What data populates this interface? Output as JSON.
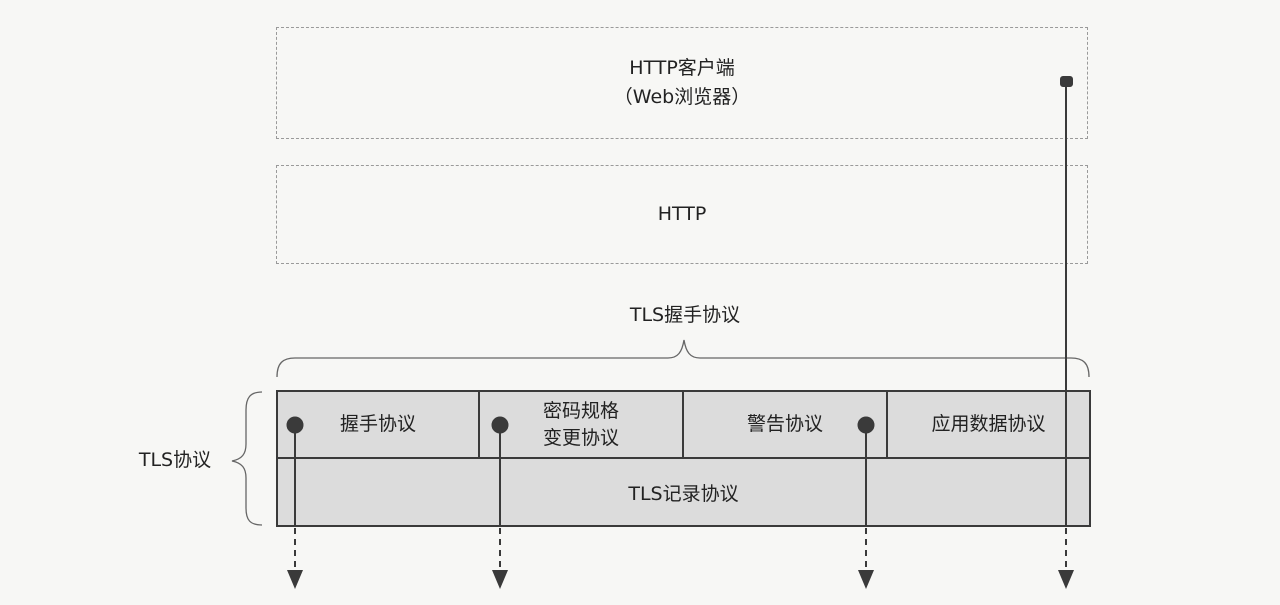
{
  "client": {
    "line1": "HTTP客户端",
    "line2": "（Web浏览器）"
  },
  "http": {
    "label": "HTTP"
  },
  "handshake_group": {
    "label": "TLS握手协议"
  },
  "tls_group": {
    "label": "TLS协议"
  },
  "sub_protocols": [
    {
      "label": "握手协议"
    },
    {
      "line1": "密码规格",
      "line2": "变更协议"
    },
    {
      "label": "警告协议"
    },
    {
      "label": "应用数据协议"
    }
  ],
  "record": {
    "label": "TLS记录协议"
  },
  "colors": {
    "line": "#3a3a3a",
    "box_fill": "#dcdcdc",
    "dashed": "#9a9a9a"
  }
}
